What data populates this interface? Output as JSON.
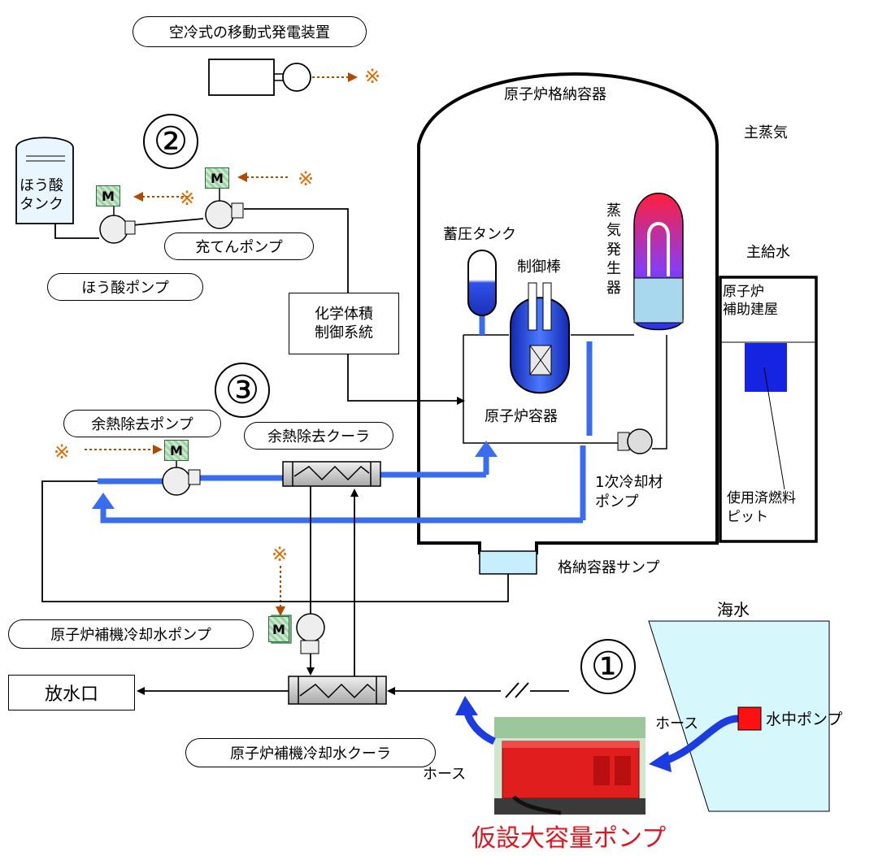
{
  "labels": {
    "mobile_generator": "空冷式の移動式発電装置",
    "containment": "原子炉格納容器",
    "main_steam": "主蒸気",
    "main_feedwater": "主給水",
    "aux_building": "原子炉\n補助建屋",
    "boric_tank": "ほう酸\nタンク",
    "charging_pump": "充てんポンプ",
    "boric_pump": "ほう酸ポンプ",
    "cvcs": "化学体積\n制御系統",
    "accumulator": "蓄圧タンク",
    "control_rod": "制御棒",
    "steam_generator": "蒸\n気\n発\n生\n器",
    "reactor_vessel": "原子炉容器",
    "rhr_pump": "余熱除去ポンプ",
    "rhr_cooler": "余熱除去クーラ",
    "rcp": "1次冷却材\nポンプ",
    "spent_fuel_pit": "使用済燃料\nピット",
    "sump": "格納容器サンプ",
    "seawater": "海水",
    "ccw_pump": "原子炉補機冷却水ポンプ",
    "discharge": "放水口",
    "ccw_cooler": "原子炉補機冷却水クーラ",
    "hose": "ホース",
    "submersible_pump": "水中ポンプ",
    "big_pump": "仮設大容量ポンプ",
    "motor": "M",
    "mark": "※",
    "n1": "①",
    "n2": "②",
    "n3": "③"
  },
  "colors": {
    "blue_flow": "#3a6cf0",
    "seawater": "#d6f7fb",
    "red_title": "#e0141e",
    "mark_orange": "#e06a00",
    "motor_green": "#9fd2a6",
    "pool_blue": "#1424e0"
  },
  "icons": {
    "motor": "motor-icon",
    "pump": "pump-icon",
    "heat_exchanger": "heat-exchanger-icon"
  }
}
